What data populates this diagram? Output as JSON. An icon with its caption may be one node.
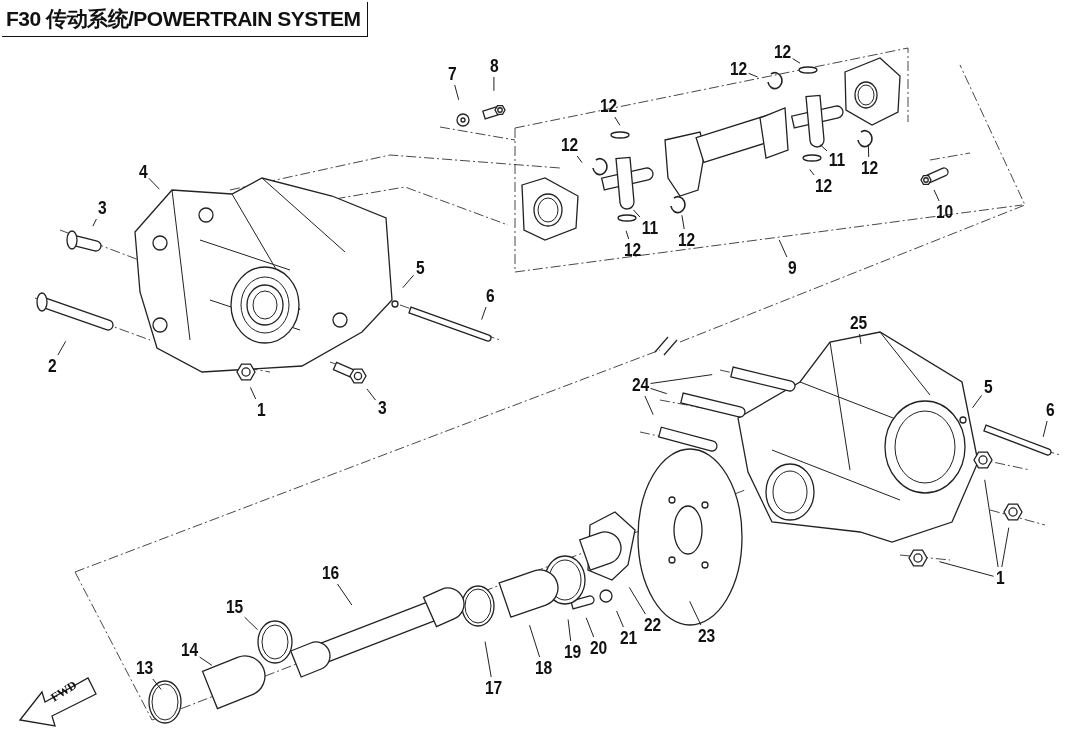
{
  "diagram": {
    "title": "F30 传动系统/POWERTRAIN SYSTEM",
    "nodes": [
      {
        "text": [
          "1"
        ]
      },
      {
        "text": [
          "2"
        ]
      },
      {
        "text": [
          "3"
        ]
      },
      {
        "text": [
          "4"
        ]
      },
      {
        "text": [
          "5"
        ]
      },
      {
        "text": [
          "6"
        ]
      },
      {
        "text": [
          "7"
        ]
      },
      {
        "text": [
          "8"
        ]
      },
      {
        "text": [
          "12"
        ]
      },
      {
        "text": [
          "12"
        ]
      },
      {
        "text": [
          "12"
        ]
      },
      {
        "text": [
          "11"
        ]
      },
      {
        "text": [
          "12"
        ]
      },
      {
        "text": [
          "12"
        ]
      },
      {
        "text": [
          "12"
        ]
      },
      {
        "text": [
          "11"
        ]
      },
      {
        "text": [
          "12"
        ]
      },
      {
        "text": [
          "12"
        ]
      },
      {
        "text": [
          "10"
        ]
      },
      {
        "text": [
          "9"
        ]
      },
      {
        "text": [
          "3"
        ]
      },
      {
        "text": [
          "25"
        ]
      },
      {
        "text": [
          "24"
        ]
      },
      {
        "text": [
          "5"
        ]
      },
      {
        "text": [
          "6"
        ]
      },
      {
        "text": [
          "16"
        ]
      },
      {
        "text": [
          "1"
        ]
      },
      {
        "text": [
          "13"
        ]
      },
      {
        "text": [
          "14"
        ]
      },
      {
        "text": [
          "15"
        ]
      },
      {
        "text": [
          "17"
        ]
      },
      {
        "text": [
          "18"
        ]
      },
      {
        "text": [
          "19"
        ]
      },
      {
        "text": [
          "20"
        ]
      },
      {
        "text": [
          "21"
        ]
      },
      {
        "text": [
          "22"
        ]
      },
      {
        "text": [
          "23"
        ]
      }
    ],
    "edges": [
      {
        "from": 0,
        "to": null,
        "arrow": "none"
      },
      {
        "from": 1,
        "to": null,
        "arrow": "none"
      },
      {
        "from": 2,
        "to": null,
        "arrow": "none"
      },
      {
        "from": 3,
        "to": null,
        "arrow": "none"
      },
      {
        "from": 4,
        "to": null,
        "arrow": "none"
      },
      {
        "from": 5,
        "to": null,
        "arrow": "none"
      },
      {
        "from": 6,
        "to": null,
        "arrow": "none"
      },
      {
        "from": 7,
        "to": null,
        "arrow": "none"
      },
      {
        "from": 8,
        "to": null,
        "arrow": "none"
      },
      {
        "from": 9,
        "to": null,
        "arrow": "none"
      },
      {
        "from": 10,
        "to": null,
        "arrow": "none"
      },
      {
        "from": 11,
        "to": null,
        "arrow": "none"
      },
      {
        "from": 12,
        "to": null,
        "arrow": "none"
      },
      {
        "from": 13,
        "to": null,
        "arrow": "none"
      },
      {
        "from": 14,
        "to": null,
        "arrow": "none"
      },
      {
        "from": 15,
        "to": null,
        "arrow": "none"
      },
      {
        "from": 16,
        "to": null,
        "arrow": "none"
      },
      {
        "from": 17,
        "to": null,
        "arrow": "none"
      },
      {
        "from": 18,
        "to": null,
        "arrow": "none"
      },
      {
        "from": 19,
        "to": null,
        "arrow": "none"
      },
      {
        "from": 20,
        "to": null,
        "arrow": "none"
      },
      {
        "from": 21,
        "to": null,
        "arrow": "none"
      },
      {
        "from": 22,
        "to": null,
        "arrow": "none"
      },
      {
        "from": 22,
        "to": null,
        "arrow": "none"
      },
      {
        "from": 22,
        "to": null,
        "arrow": "none"
      },
      {
        "from": 23,
        "to": null,
        "arrow": "none"
      },
      {
        "from": 24,
        "to": null,
        "arrow": "none"
      },
      {
        "from": 25,
        "to": null,
        "arrow": "none"
      },
      {
        "from": 26,
        "to": null,
        "arrow": "none"
      },
      {
        "from": 26,
        "to": null,
        "arrow": "none"
      },
      {
        "from": 26,
        "to": null,
        "arrow": "none"
      },
      {
        "from": 27,
        "to": null,
        "arrow": "none"
      },
      {
        "from": 28,
        "to": null,
        "arrow": "none"
      },
      {
        "from": 29,
        "to": null,
        "arrow": "none"
      },
      {
        "from": 30,
        "to": null,
        "arrow": "none"
      },
      {
        "from": 31,
        "to": null,
        "arrow": "none"
      },
      {
        "from": 32,
        "to": null,
        "arrow": "none"
      },
      {
        "from": 33,
        "to": null,
        "arrow": "none"
      },
      {
        "from": 34,
        "to": null,
        "arrow": "none"
      },
      {
        "from": 35,
        "to": null,
        "arrow": "none"
      },
      {
        "from": 36,
        "to": null,
        "arrow": "none"
      }
    ],
    "labels": [
      "FWD"
    ]
  }
}
